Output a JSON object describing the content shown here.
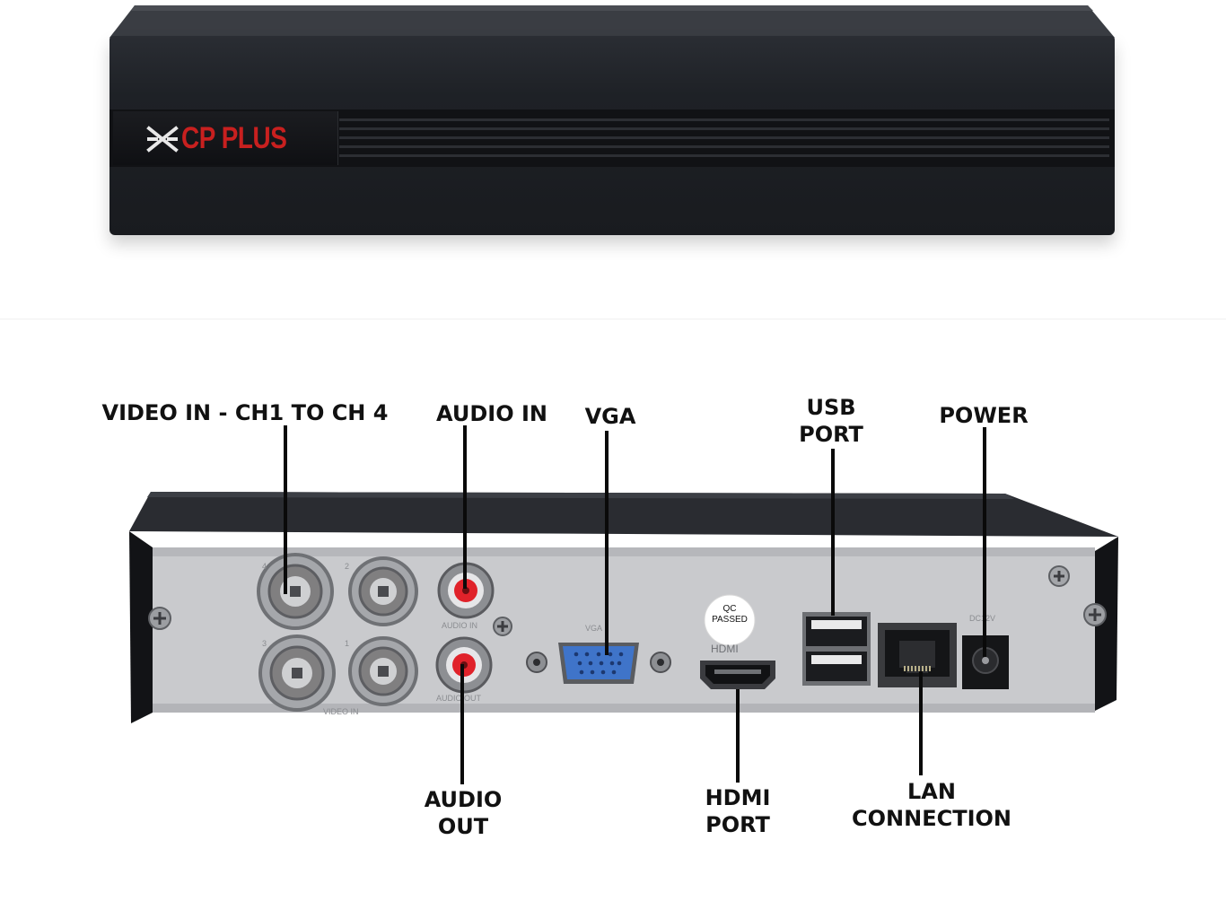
{
  "brand": {
    "name": "CP PLUS",
    "color": "#c8201f"
  },
  "labels": {
    "video_in": "VIDEO IN - CH1 TO CH 4",
    "audio_in": "AUDIO IN",
    "vga": "VGA",
    "usb_line1": "USB",
    "usb_line2": "PORT",
    "power": "POWER",
    "audio_out_line1": "AUDIO",
    "audio_out_line2": "OUT",
    "hdmi_line1": "HDMI",
    "hdmi_line2": "PORT",
    "lan_line1": "LAN",
    "lan_line2": "CONNECTION"
  },
  "qc_sticker": {
    "line1": "QC",
    "line2": "PASSED"
  },
  "panel_markings": {
    "ch4": "4",
    "ch2": "2",
    "ch3": "3",
    "ch1": "1",
    "video_in": "VIDEO IN",
    "audio_in": "AUDIO IN",
    "audio_out": "AUDIO OUT",
    "vga": "VGA",
    "hdmi": "HDMI",
    "power": "DC12V"
  },
  "colors": {
    "device_body": "#1b1d21",
    "rear_panel": "#c9cacd",
    "rca_red": "#e0222a",
    "vga_blue": "#3f74c9",
    "callout_text": "#111111"
  }
}
